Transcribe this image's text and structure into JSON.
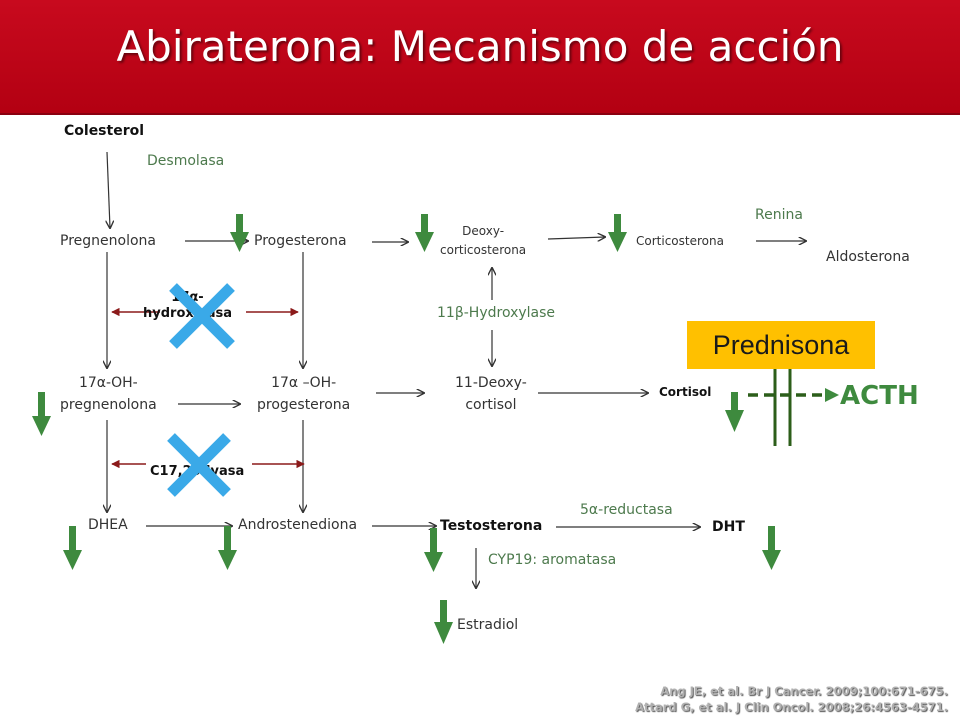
{
  "title": "Abiraterona: Mecanismo de acción",
  "nodes": {
    "colesterol": "Colesterol",
    "pregnenolona": "Pregnenolona",
    "progesterona": "Progesterona",
    "deoxy_corticosterona_1": "Deoxy-",
    "deoxy_corticosterona_2": "corticosterona",
    "corticosterona": "Corticosterona",
    "aldosterona": "Aldosterona",
    "oh_pregnenolona_1": "17α-OH-",
    "oh_pregnenolona_2": "pregnenolona",
    "oh_progesterona_1": "17α –OH-",
    "oh_progesterona_2": "progesterona",
    "deoxy_cortisol_1": "11-Deoxy-",
    "deoxy_cortisol_2": "cortisol",
    "cortisol": "Cortisol",
    "dhea": "DHEA",
    "androstenediona": "Androstenediona",
    "testosterona": "Testosterona",
    "dht": "DHT",
    "estradiol": "Estradiol"
  },
  "enzymes": {
    "desmolasa": "Desmolasa",
    "renina": "Renina",
    "hydroxylase_11b": "11β-Hydroxylase",
    "hydroxylase_17a_1": "17α-",
    "hydroxylase_17a_2": "hydroxylasa",
    "c17_lyasa": "C17,20-lyasa",
    "reductasa": "5α-reductasa",
    "aromatasa": "CYP19: aromatasa"
  },
  "prednisona": "Prednisona",
  "acth": "ACTH",
  "references": [
    "Ang JE, et al. Br J Cancer. 2009;100:671-675.",
    "Attard G, et al. J Clin Oncol. 2008;26:4563-4571."
  ],
  "colors": {
    "header": "#c00000",
    "inhibit_x": "#3aa9e8",
    "down_arrow": "#3e8a3e",
    "prednisona_box": "#ffc000",
    "inhibit_arrow": "#8b1a1a"
  },
  "icons": {
    "inhibit": "cross-icon",
    "decrease": "down-arrow-icon"
  }
}
